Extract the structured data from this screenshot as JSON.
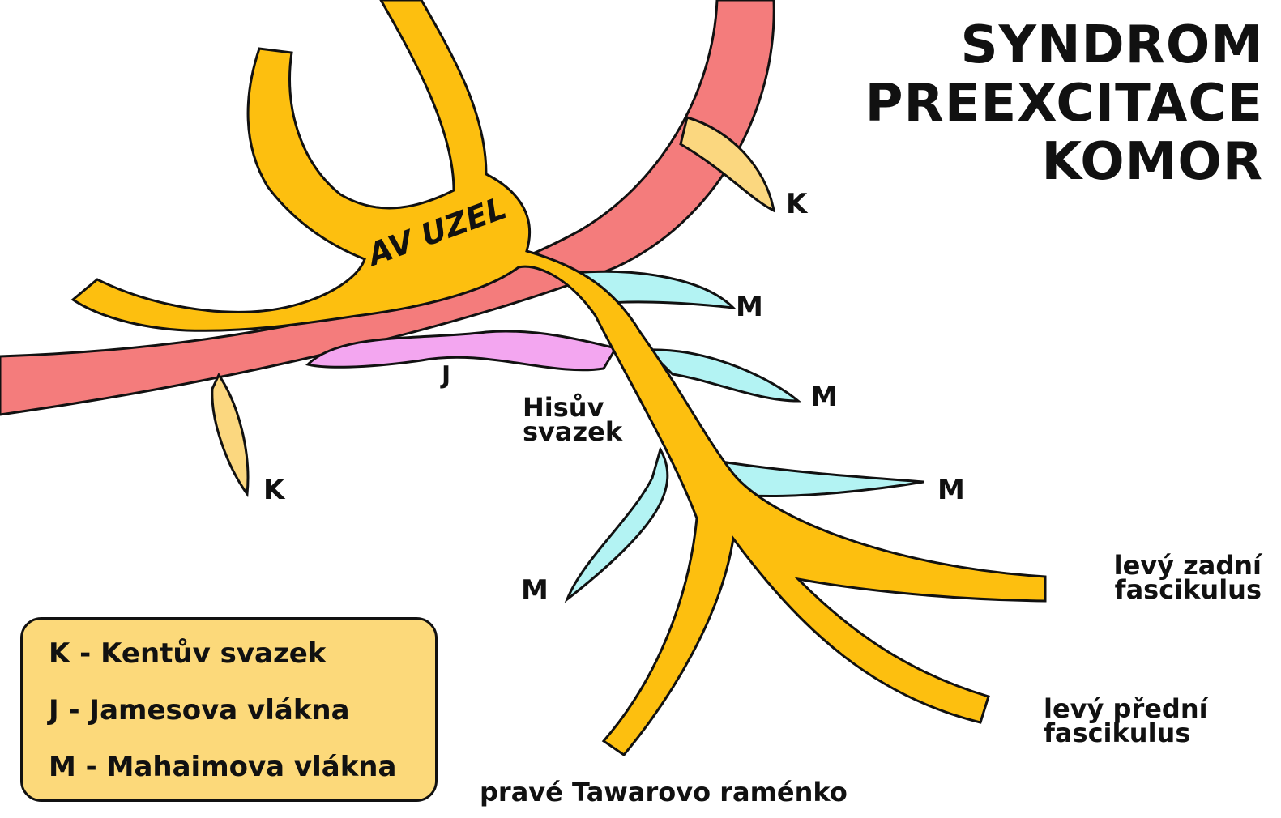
{
  "title": {
    "line1": "SYNDROM",
    "line2": "PREEXCITACE",
    "line3": "KOMOR"
  },
  "labels": {
    "av_node": "AV UZEL",
    "kent_top": "K",
    "kent_left": "K",
    "james": "J",
    "mahaim_1": "M",
    "mahaim_2": "M",
    "mahaim_3": "M",
    "mahaim_4": "M",
    "his_line1": "Hisův",
    "his_line2": "svazek",
    "left_posterior_line1": "levý zadní",
    "left_posterior_line2": "fascikulus",
    "left_anterior_line1": "levý přední",
    "left_anterior_line2": "fascikulus",
    "right_bundle": "pravé Tawarovo raménko"
  },
  "legend": {
    "items": [
      "K - Kentův svazek",
      "J - Jamesova vlákna",
      "M - Mahaimova vlákna"
    ]
  },
  "colors": {
    "conduction": "#fdbf0f",
    "annulus": "#f47c7c",
    "kent": "#fbd77f",
    "james": "#f3a6f0",
    "mahaim": "#b3f3f3",
    "legend_bg": "#fcd97a",
    "outline": "#111111"
  }
}
